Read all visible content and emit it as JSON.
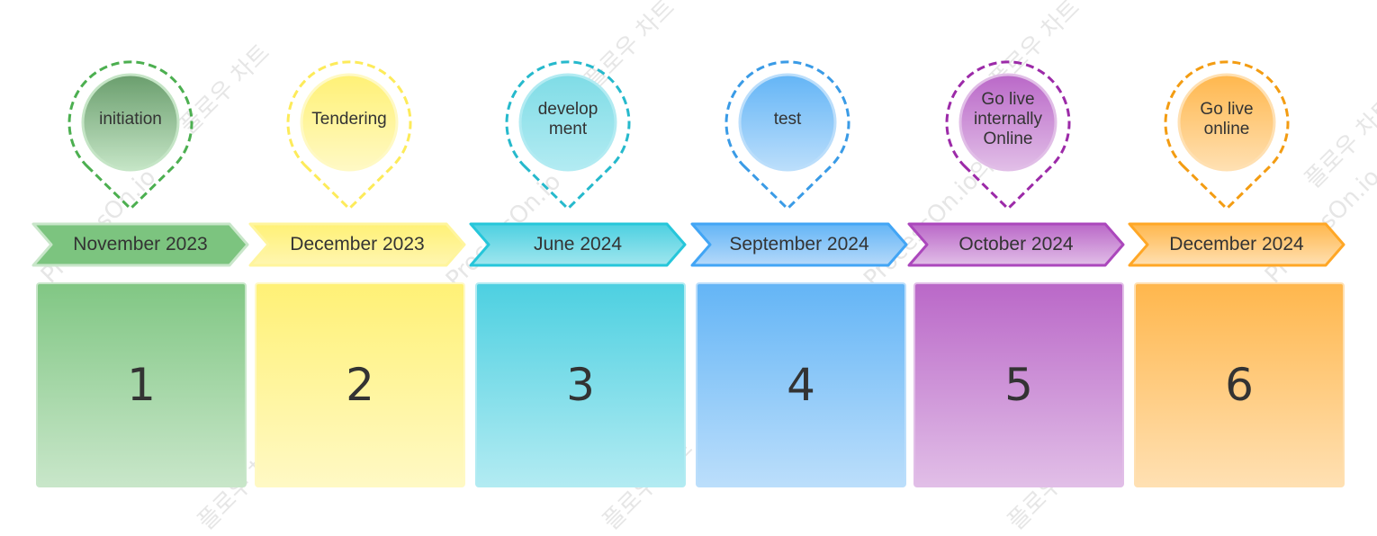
{
  "phases": [
    {
      "step": "1",
      "date": "November 2023",
      "pin_lines": [
        "initiation"
      ],
      "colors": {
        "dash": "#4caf50",
        "circle_top": "#6a9e6d",
        "circle_bottom": "#c5e5c6",
        "ribbon_top": "#7cc47f",
        "ribbon_bottom": "#7cc47f",
        "ribbon_border": "#c8e6c9",
        "card_top": "#81c784",
        "card_bottom": "#c8e6c9",
        "card_border": "#c8e6c9"
      }
    },
    {
      "step": "2",
      "date": "December 2023",
      "pin_lines": [
        "Tendering"
      ],
      "colors": {
        "dash": "#fdeb5a",
        "circle_top": "#fff176",
        "circle_bottom": "#fff9c4",
        "ribbon_top": "#fff176",
        "ribbon_bottom": "#fff6b0",
        "ribbon_border": "#fff59d",
        "card_top": "#fff176",
        "card_bottom": "#fff9c4",
        "card_border": "#fff9c4"
      }
    },
    {
      "step": "3",
      "date": "June 2024",
      "pin_lines": [
        "develop",
        "ment"
      ],
      "colors": {
        "dash": "#26b9cc",
        "circle_top": "#7fdce6",
        "circle_bottom": "#b2ebf2",
        "ribbon_top": "#4dd0e1",
        "ribbon_bottom": "#a0e6ee",
        "ribbon_border": "#26c6da",
        "card_top": "#4dd0e1",
        "card_bottom": "#b2ebf2",
        "card_border": "#b2ebf2"
      }
    },
    {
      "step": "4",
      "date": "September 2024",
      "pin_lines": [
        "test"
      ],
      "colors": {
        "dash": "#3a9be6",
        "circle_top": "#64b5f6",
        "circle_bottom": "#bbdefb",
        "ribbon_top": "#64b5f6",
        "ribbon_bottom": "#b5d9fa",
        "ribbon_border": "#42a5f5",
        "card_top": "#64b5f6",
        "card_bottom": "#bbdefb",
        "card_border": "#bbdefb"
      }
    },
    {
      "step": "5",
      "date": "October 2024",
      "pin_lines": [
        "Go live",
        "internally",
        "Online"
      ],
      "colors": {
        "dash": "#9c2aa8",
        "circle_top": "#ba68c8",
        "circle_bottom": "#e1bee7",
        "ribbon_top": "#ba68c8",
        "ribbon_bottom": "#e1bee7",
        "ribbon_border": "#ab47bc",
        "card_top": "#ba68c8",
        "card_bottom": "#e1bee7",
        "card_border": "#e1bee7"
      }
    },
    {
      "step": "6",
      "date": "December 2024",
      "pin_lines": [
        "Go live",
        "online"
      ],
      "colors": {
        "dash": "#f39c12",
        "circle_top": "#ffb74d",
        "circle_bottom": "#ffe0b2",
        "ribbon_top": "#ffb74d",
        "ribbon_bottom": "#ffe0b2",
        "ribbon_border": "#ffa726",
        "card_top": "#ffb74d",
        "card_bottom": "#ffe0b2",
        "card_border": "#ffe0b2"
      }
    }
  ],
  "watermarks": [
    "플로우 차트",
    "ProcessOn.io",
    "플로우 차트",
    "ProcessOn.io",
    "플로우 차트",
    "ProcessOn.io의 무",
    "플로우 차트",
    "ProcessOn.io",
    "플로우 차트",
    "플로우 차트",
    "플로우 차트",
    "ProcessOn.io의 무"
  ]
}
